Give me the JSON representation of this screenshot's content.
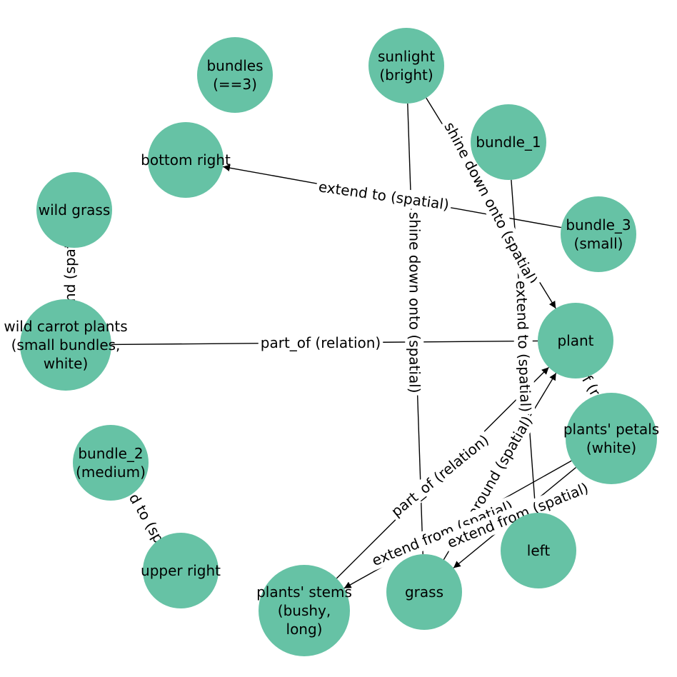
{
  "nodes": [
    {
      "id": "bundles",
      "lines": [
        "bundles",
        "(==3)"
      ]
    },
    {
      "id": "sunlight",
      "lines": [
        "sunlight",
        "(bright)"
      ]
    },
    {
      "id": "bundle1",
      "lines": [
        "bundle_1"
      ]
    },
    {
      "id": "bottom_right",
      "lines": [
        "bottom right"
      ]
    },
    {
      "id": "wild_grass",
      "lines": [
        "wild grass"
      ]
    },
    {
      "id": "bundle3",
      "lines": [
        "bundle_3",
        "(small)"
      ]
    },
    {
      "id": "carrot",
      "lines": [
        "wild carrot plants",
        "(small bundles,",
        "white)"
      ]
    },
    {
      "id": "plant",
      "lines": [
        "plant"
      ]
    },
    {
      "id": "petals",
      "lines": [
        "plants' petals",
        "(white)"
      ]
    },
    {
      "id": "bundle2",
      "lines": [
        "bundle_2",
        "(medium)"
      ]
    },
    {
      "id": "left",
      "lines": [
        "left"
      ]
    },
    {
      "id": "upper_right",
      "lines": [
        "upper right"
      ]
    },
    {
      "id": "stems",
      "lines": [
        "plants' stems",
        "(bushy,",
        "long)"
      ]
    },
    {
      "id": "grass",
      "lines": [
        "grass"
      ]
    }
  ],
  "edges": [
    {
      "from": "bundle3",
      "to": "bottom_right",
      "label": "extend to (spatial)",
      "arrow": true
    },
    {
      "from": "sunlight",
      "to": "plant",
      "label": "shine down onto (spatial)",
      "arrow": true
    },
    {
      "from": "sunlight",
      "to": "grass",
      "label": "shine down onto (spatial)",
      "arrow": false
    },
    {
      "from": "bundle1",
      "to": "left",
      "label": "extend to (spatial)",
      "arrow": true
    },
    {
      "from": "wild_grass",
      "to": "carrot",
      "label": "around (spatial)",
      "arrow": false
    },
    {
      "from": "carrot",
      "to": "plant",
      "label": "part_of (relation)",
      "arrow": false
    },
    {
      "from": "stems",
      "to": "plant",
      "label": "part_of (relation)",
      "arrow": true
    },
    {
      "from": "grass",
      "to": "plant",
      "label": "around (spatial)",
      "arrow": true
    },
    {
      "from": "petals",
      "to": "stems",
      "label": "extend from (spatial)",
      "arrow": true
    },
    {
      "from": "petals",
      "to": "grass",
      "label": "extend from (spatial)",
      "arrow": true
    },
    {
      "from": "plant",
      "to": "petals",
      "label": "part_of (relation)",
      "arrow": false
    },
    {
      "from": "bundle2",
      "to": "upper_right",
      "label": "extend to (spatial)",
      "arrow": false
    }
  ]
}
